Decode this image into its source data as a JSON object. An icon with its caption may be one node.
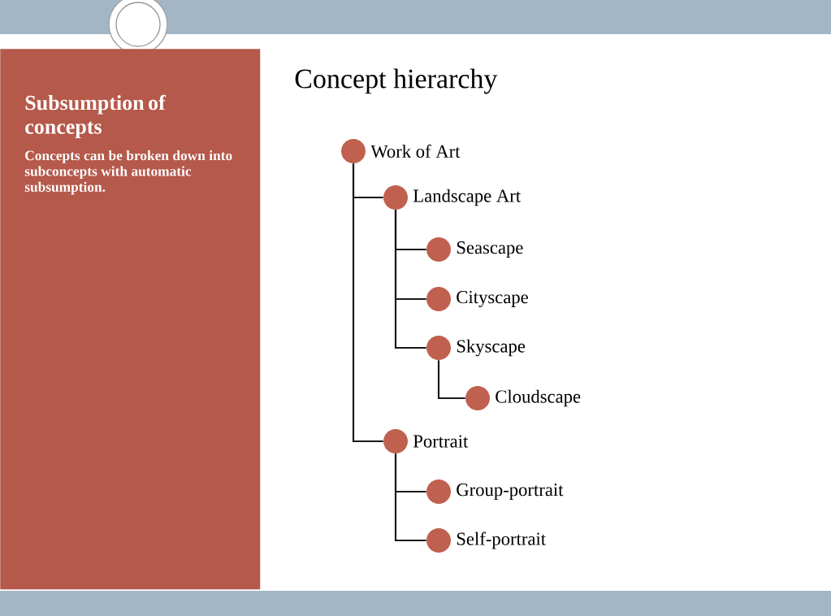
{
  "diagram": {
    "title": "Concept hierarchy",
    "nodes": [
      {
        "text": [
          "Subsumption of concepts",
          "Concepts can be broken down into subconcepts with automatic subsumption."
        ]
      },
      {
        "text": [
          "Work of Art"
        ]
      },
      {
        "text": [
          "Landscape Art"
        ]
      },
      {
        "text": [
          "Seascape"
        ]
      },
      {
        "text": [
          "Cityscape"
        ]
      },
      {
        "text": [
          "Skyscape"
        ]
      },
      {
        "text": [
          "Cloudscape"
        ]
      },
      {
        "text": [
          "Portrait"
        ]
      },
      {
        "text": [
          "Group-portrait"
        ]
      },
      {
        "text": [
          "Self-portrait"
        ]
      }
    ],
    "edges": [
      {
        "from": 1,
        "to": 2,
        "arrow": "none"
      },
      {
        "from": 2,
        "to": 3,
        "arrow": "none"
      },
      {
        "from": 2,
        "to": 4,
        "arrow": "none"
      },
      {
        "from": 2,
        "to": 5,
        "arrow": "none"
      },
      {
        "from": 5,
        "to": 6,
        "arrow": "none"
      },
      {
        "from": 1,
        "to": 7,
        "arrow": "none"
      },
      {
        "from": 7,
        "to": 8,
        "arrow": "none"
      },
      {
        "from": 7,
        "to": 9,
        "arrow": "none"
      }
    ]
  }
}
